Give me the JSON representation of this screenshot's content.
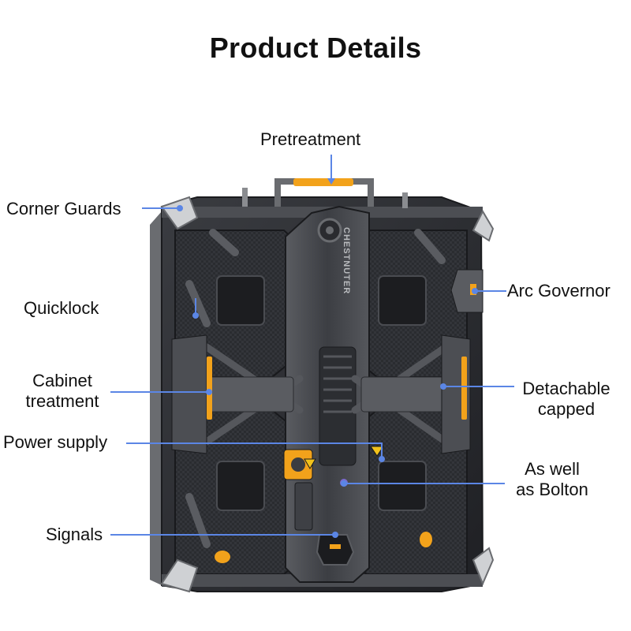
{
  "title": "Product Details",
  "brand_text": "CHESTNUTER",
  "colors": {
    "leader": "#5b86e5",
    "accent": "#f2a21b",
    "panel": "#2b2d31",
    "frame": "#46484d"
  },
  "labels": {
    "pretreatment": "Pretreatment",
    "corner_guards": "Corner Guards",
    "quicklock": "Quicklock",
    "cabinet_treatment_1": "Cabinet",
    "cabinet_treatment_2": "treatment",
    "power_supply": "Power supply",
    "signals": "Signals",
    "arc_governor": "Arc Governor",
    "detachable_capped_1": "Detachable",
    "detachable_capped_2": "capped",
    "as_well_as_bolton_1": "As well",
    "as_well_as_bolton_2": "as Bolton"
  }
}
